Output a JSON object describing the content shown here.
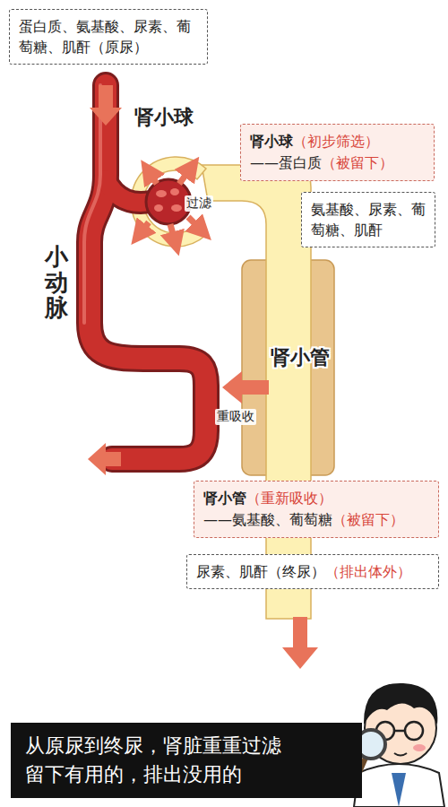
{
  "diagram": {
    "nodes": [
      {
        "text": [
          "蛋白质、氨基酸、尿素、葡萄糖、肌酐（原尿）"
        ]
      },
      {
        "text": [
          "肾小球",
          "（初步筛选）",
          "——蛋白质",
          "（被留下）"
        ]
      },
      {
        "text": [
          "氨基酸、尿素、葡萄糖、肌酐"
        ]
      },
      {
        "text": [
          "肾小管",
          "（重新吸收）",
          "——氨基酸、葡萄糖",
          "（被留下）"
        ]
      },
      {
        "text": [
          "尿素、肌酐（终尿）",
          "（排出体外）"
        ]
      },
      {
        "text": [
          "从原尿到终尿，肾脏重重过滤 留下有用的，排出没用的"
        ]
      }
    ],
    "labels": [
      "肾小球",
      "过滤",
      "小动脉",
      "肾小管",
      "重吸收"
    ]
  }
}
